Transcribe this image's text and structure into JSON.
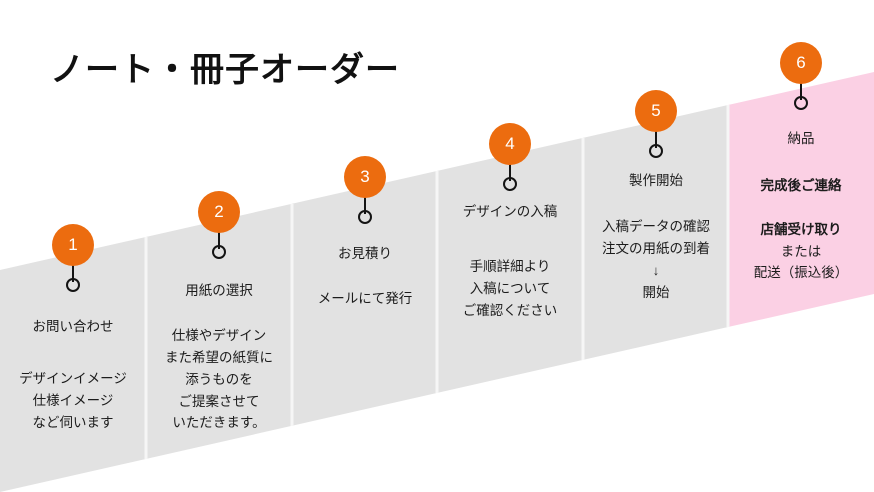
{
  "title": "ノート・冊子オーダー",
  "colors": {
    "background": "#ffffff",
    "band_gray": "#e2e2e2",
    "band_pink": "#fbd0e4",
    "divider": "#f4f4f4",
    "badge_orange": "#ec6c0f",
    "marker_black": "#141414",
    "text": "#1c1c1c",
    "title_text": "#111111"
  },
  "steps": [
    {
      "number": "1",
      "head": "お問い合わせ",
      "body": [
        "デザインイメージ",
        "仕様イメージ",
        "など伺います"
      ],
      "panel": "gray"
    },
    {
      "number": "2",
      "head": "用紙の選択",
      "body": [
        "仕様やデザイン",
        "また希望の紙質に",
        "添うものを",
        "ご提案させて",
        "いただきます。"
      ],
      "panel": "gray"
    },
    {
      "number": "3",
      "head": "お見積り",
      "body": [
        "メールにて発行"
      ],
      "panel": "gray"
    },
    {
      "number": "4",
      "head": "デザインの入稿",
      "body": [
        "手順詳細より",
        "入稿について",
        "ご確認ください"
      ],
      "panel": "gray"
    },
    {
      "number": "5",
      "head": "製作開始",
      "body": [
        "入稿データの確認",
        "注文の用紙の到着",
        "↓",
        "開始"
      ],
      "panel": "gray"
    },
    {
      "number": "6",
      "head": "納品",
      "body": [
        "完成後ご連絡",
        "",
        "店舗受け取り",
        "または",
        "配送（振込後）"
      ],
      "panel": "pink"
    }
  ],
  "icons": {
    "step_marker": "pin-circle-icon",
    "step_stem": "pin-stem-icon",
    "step_ring": "pin-ring-icon"
  }
}
